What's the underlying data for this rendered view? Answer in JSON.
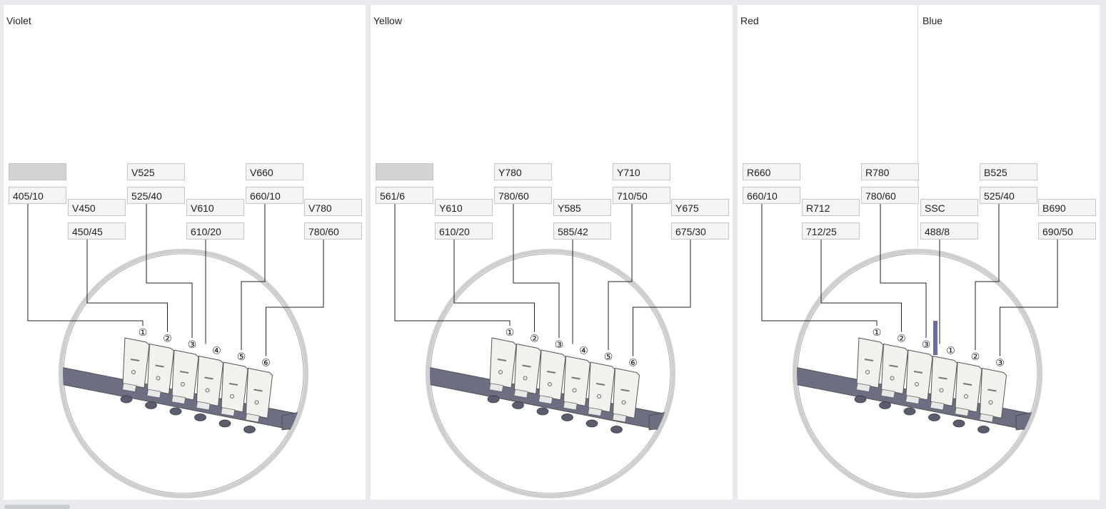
{
  "panels": [
    {
      "title": "Violet",
      "name_labels": [
        "",
        "V450",
        "V525",
        "V610",
        "V660",
        "V780"
      ],
      "filter_labels": [
        "405/10",
        "450/45",
        "525/40",
        "610/20",
        "660/10",
        "780/60"
      ],
      "detector_numbers": [
        "①",
        "②",
        "③",
        "④",
        "⑤",
        "⑥"
      ]
    },
    {
      "title": "Yellow",
      "name_labels": [
        "",
        "Y610",
        "Y780",
        "Y585",
        "Y710",
        "Y675"
      ],
      "filter_labels": [
        "561/6",
        "610/20",
        "780/60",
        "585/42",
        "710/50",
        "675/30"
      ],
      "detector_numbers": [
        "①",
        "②",
        "③",
        "④",
        "⑤",
        "⑥"
      ]
    },
    {
      "title": "Red",
      "title2": "Blue",
      "name_labels": [
        "R660",
        "R712",
        "R780",
        "SSC",
        "B525",
        "B690"
      ],
      "filter_labels": [
        "660/10",
        "712/25",
        "780/60",
        "488/8",
        "525/40",
        "690/50"
      ],
      "detector_numbers": [
        "①",
        "②",
        "③",
        "①",
        "②",
        "③"
      ]
    }
  ],
  "colors": {
    "background": "#e8eaee",
    "panel": "#ffffff",
    "box_fill": "#f4f4f4",
    "box_blank": "#d3d3d3",
    "rail": "#6c6f82",
    "ring": "#cfcfcf",
    "blue_marker": "#6a6e9a"
  }
}
